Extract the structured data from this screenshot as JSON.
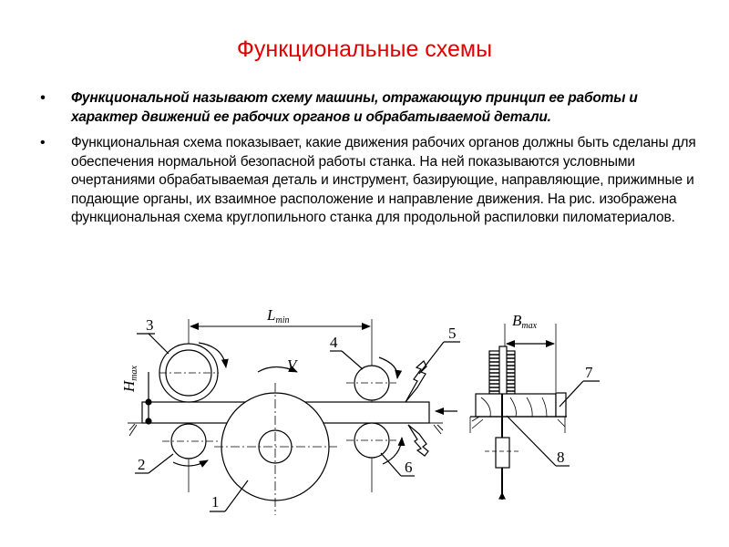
{
  "slide": {
    "title": "Функциональные схемы",
    "bullets": [
      {
        "marker": "•",
        "text": "Функциональной называют схему машины, отражающую принцип ее работы и характер движений ее рабочих органов и обрабатываемой детали.",
        "style": "bold-italic"
      },
      {
        "marker": "•",
        "text": " Функциональная схема показывает, какие движения рабочих органов должны быть сделаны для обеспечения нормальной безопасной работы станка. На ней показываются условными очертаниями обрабатываемая деталь и инструмент, базирующие, направляющие, прижимные и подающие органы, их взаимное расположение и направление движения. На рис. изображена функциональная схема круглопильного станка для продольной распиловки пиломатериалов.",
        "style": "regular"
      }
    ],
    "title_color": "#e00000"
  },
  "diagram": {
    "labels": {
      "l_min": "L",
      "l_min_sub": "min",
      "h_max": "H",
      "h_max_sub": "max",
      "b_max": "B",
      "b_max_sub": "max",
      "velocity": "V",
      "part_1": "1",
      "part_2": "2",
      "part_3": "3",
      "part_4": "4",
      "part_5": "5",
      "part_6": "6",
      "part_7": "7",
      "part_8": "8"
    }
  }
}
